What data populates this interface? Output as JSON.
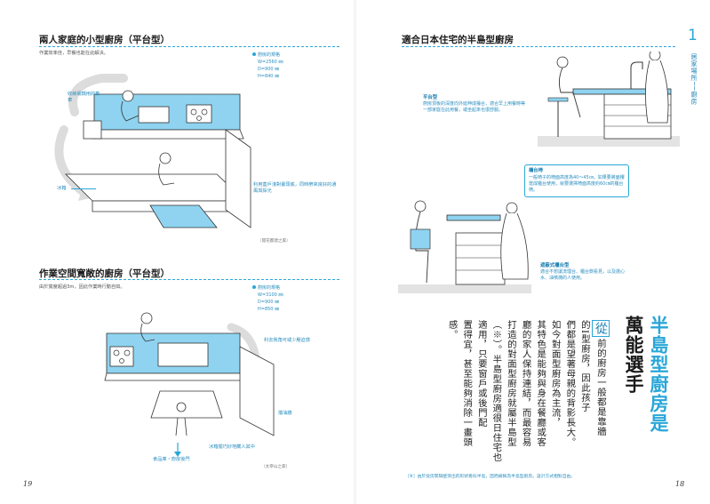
{
  "left_page": {
    "section1": {
      "title": "兩人家庭的小型廚房（平台型）",
      "intro": "作業效率佳，早餐也能在此解決。",
      "specs_title": "廚房的規格",
      "specs": [
        "W=2560 ㎜",
        "D=900 ㎜",
        "H=840 ㎜"
      ],
      "label_appliance": "收納電鍋用的推車",
      "label_fridge": "冰箱",
      "label_window": "利用蓋戶淺對畫頭底，同時帶來良好的通風與採光",
      "credit": "（開花都建之家）"
    },
    "section2": {
      "title": "作業空間寬敞的廚房（平台型）",
      "intro": "由於寬度超過3m，因此作業時行動自如。",
      "specs_title": "廚房的規格",
      "specs": [
        "W=3100 ㎜",
        "D=900 ㎜",
        "H=850 ㎜"
      ],
      "label_corner": "利去我角可或少壓迫感",
      "label_fridge_niche": "冰箱擺巧妙地藏人其中",
      "label_wall": "擋油牆",
      "label_pantry": "食品庫・廚房後門",
      "credit": "（太宰山之家）"
    },
    "page_number": "19"
  },
  "right_page": {
    "section_title": "適合日本住宅的半島型廚房",
    "flat_counter": {
      "heading": "平台型",
      "text": "廚房頂板的深度向外延伸成檯台，適合早上用餐時等一部家庭在此用餐，或坐起來也很舒服。"
    },
    "bar_stool": {
      "heading": "櫃台椅",
      "text": "一般椅子的椅面高度為40～45㎝，如果要將面樓當成櫃台使用，就要選擇椅面高度約60㎝的櫃台椅。"
    },
    "raised_counter": {
      "heading": "遮蔽式櫃台型",
      "text": "適合不想讓流理台、櫃台側看見，以及擔心水、油噴濺的人使用。"
    },
    "chapter": {
      "number": "1",
      "label": "居家場所──廚房"
    },
    "main_title": {
      "line1": "半島型廚房是",
      "line2": "萬能選手"
    },
    "body": {
      "dropcap": "從",
      "columns": [
        "前的廚房一般都是靠牆",
        "的I型廚房，因此孩子",
        "們都是望著母親的背影長大。",
        "如今對面型廚房為主流，",
        "其特色是能夠與身在餐廳或客",
        "廳的家人保持連結，而最容易",
        "打造的對面型廚房就屬半島型",
        "（※）。半島型廚房適很日住宅也",
        "適用，只要窗戶或後門配",
        "置得宜，甚至能夠消除一畫頭",
        "感。"
      ]
    },
    "footnote": "［※］由於從房間隔壁突出的形狀看似半島，因而被稱為半島型廚房。設計方式相對自由。",
    "page_number": "18"
  },
  "colors": {
    "accent": "#29a6d8",
    "accent_dark": "#1a7fb3",
    "counter_fill": "#8fd3f0"
  }
}
